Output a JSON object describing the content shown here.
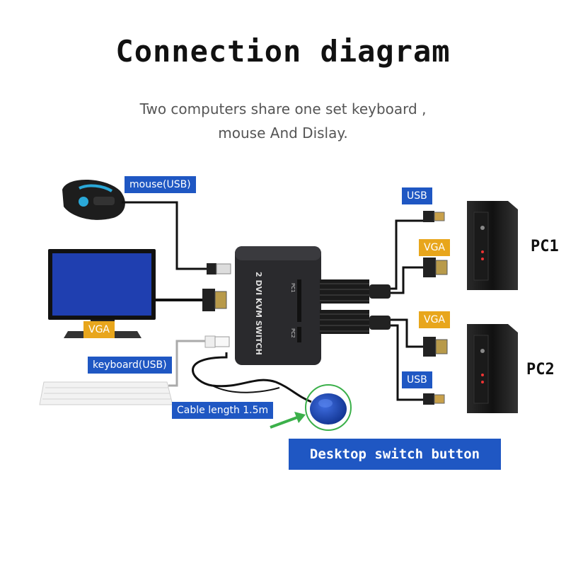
{
  "header": {
    "title": "Connection diagram",
    "subtitle_line1": "Two computers share one set keyboard ,",
    "subtitle_line2": "mouse And Dislay."
  },
  "labels": {
    "mouse": "mouse(USB)",
    "monitor_vga": "VGA",
    "keyboard": "keyboard(USB)",
    "cable_length": "Cable length 1.5m",
    "pc1_usb": "USB",
    "pc1_vga": "VGA",
    "pc2_vga": "VGA",
    "pc2_usb": "USB"
  },
  "switch": {
    "name": "2 DVI KVM SWITCH",
    "port1": "PC1",
    "port2": "PC2"
  },
  "computers": {
    "pc1": "PC1",
    "pc2": "PC2"
  },
  "desktop_button": "Desktop switch button",
  "colors": {
    "label_blue": "#1f57c3",
    "label_orange": "#e8a61c",
    "screen_blue": "#1f3fb0",
    "arrow_green": "#3bb04a"
  }
}
